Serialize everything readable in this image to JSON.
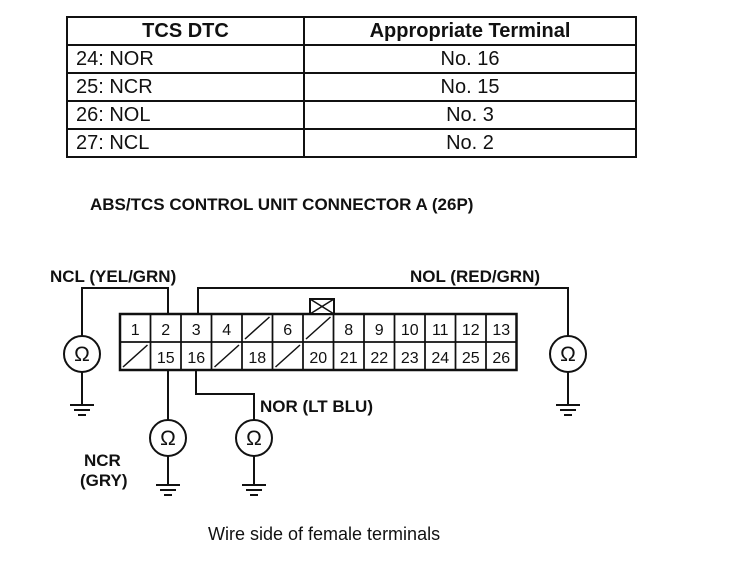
{
  "table": {
    "headers": [
      "TCS DTC",
      "Appropriate Terminal"
    ],
    "rows": [
      {
        "code": "24: NOR",
        "terminal": "No. 16"
      },
      {
        "code": "25: NCR",
        "terminal": "No. 15"
      },
      {
        "code": "26: NOL",
        "terminal": "No. 3"
      },
      {
        "code": "27: NCL",
        "terminal": "No. 2"
      }
    ]
  },
  "connector_title": "ABS/TCS CONTROL UNIT CONNECTOR A (26P)",
  "labels": {
    "ncl": "NCL (YEL/GRN)",
    "nol": "NOL (RED/GRN)",
    "nor": "NOR (LT BLU)",
    "ncr_line1": "NCR",
    "ncr_line2": "(GRY)"
  },
  "ohm_symbol": "Ω",
  "connector": {
    "top_row": [
      "1",
      "2",
      "3",
      "4",
      "",
      "6",
      "",
      "8",
      "9",
      "10",
      "11",
      "12",
      "13"
    ],
    "bottom_row": [
      "",
      "15",
      "16",
      "",
      "18",
      "",
      "20",
      "21",
      "22",
      "23",
      "24",
      "25",
      "26"
    ]
  },
  "caption": "Wire side of female terminals",
  "icons": [
    "ohmmeter-icon",
    "ground-icon"
  ]
}
